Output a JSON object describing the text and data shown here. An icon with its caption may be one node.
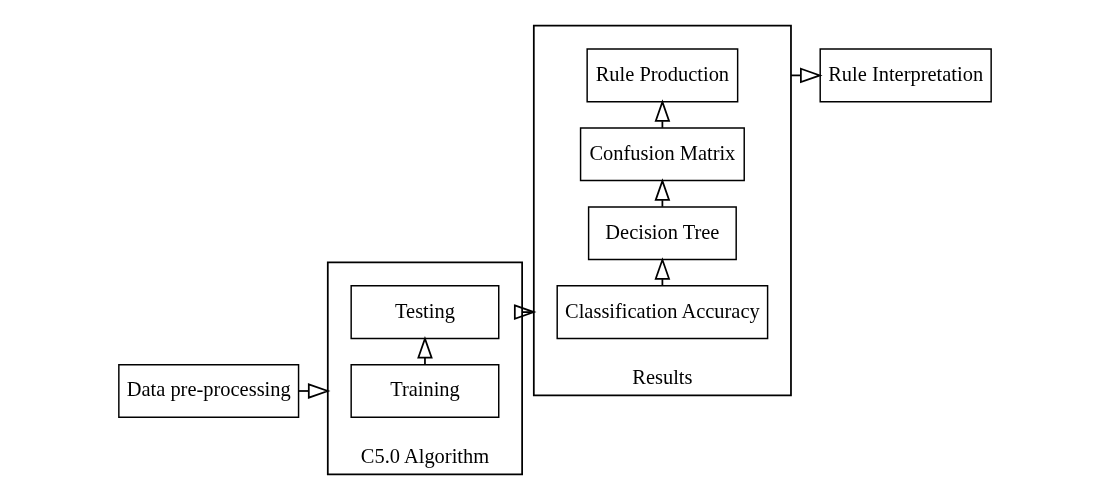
{
  "diagram": {
    "nodes": [
      {
        "text": [
          "Data pre-processing"
        ]
      },
      {
        "text": [
          "C5.0 Algorithm"
        ]
      },
      {
        "text": [
          "Training"
        ],
        "in": 1
      },
      {
        "text": [
          "Testing"
        ],
        "in": 1
      },
      {
        "text": [
          "Results"
        ]
      },
      {
        "text": [
          "Classification Accuracy"
        ],
        "in": 4
      },
      {
        "text": [
          "Decision Tree"
        ],
        "in": 4
      },
      {
        "text": [
          "Confusion Matrix"
        ],
        "in": 4
      },
      {
        "text": [
          "Rule Production"
        ],
        "in": 4
      },
      {
        "text": [
          "Rule Interpretation"
        ]
      }
    ],
    "edges": [
      {
        "from": 0,
        "to": 1,
        "arrow": "to"
      },
      {
        "from": 2,
        "to": 3,
        "arrow": "to"
      },
      {
        "from": 1,
        "to": 4,
        "arrow": "to"
      },
      {
        "from": 5,
        "to": 6,
        "arrow": "to"
      },
      {
        "from": 6,
        "to": 7,
        "arrow": "to"
      },
      {
        "from": 7,
        "to": 8,
        "arrow": "to"
      },
      {
        "from": 4,
        "to": 9,
        "arrow": "to"
      }
    ]
  }
}
